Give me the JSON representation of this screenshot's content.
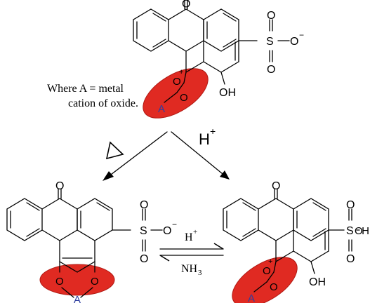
{
  "caption": {
    "line1": "Where A = metal",
    "line2": "cation of oxide."
  },
  "conditions": {
    "heat_symbol": "triangle-heat-icon",
    "acid": "H",
    "acid_sup": "+",
    "eq_forward": "H",
    "eq_forward_sup": "+",
    "eq_reverse_base": "NH",
    "eq_reverse_sub": "3"
  },
  "atoms": {
    "O": "O",
    "OH": "OH",
    "S": "S",
    "Ominus": "O",
    "minus": "−",
    "plus": "+",
    "A": "A"
  },
  "colors": {
    "oval": "#e02a22",
    "metal": "#2f3fa0",
    "bond": "#000000"
  }
}
